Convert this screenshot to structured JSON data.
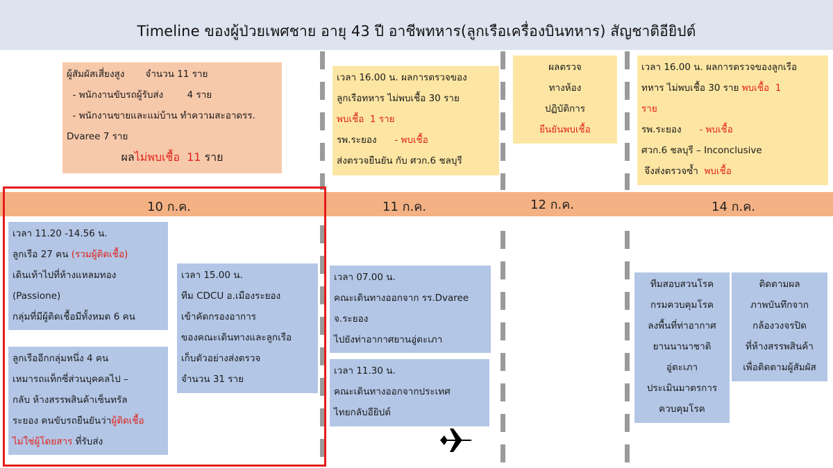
{
  "title": "Timeline ของผู้ป่วยเพศชาย อายุ 43 ปี อาชีพทหาร(ลูกเรือเครื่องบินทหาร) สัญชาติอียิปต์",
  "colors": {
    "title_bg": "#dde3ef",
    "date_bar": "#f4b183",
    "peach_box": "#f7c9ab",
    "yellow_box": "#fde6a3",
    "blue_box": "#b3c6e6",
    "highlight_red": "#e31b1b",
    "text_red": "#e0221c",
    "divider_gray": "#9a9a9a"
  },
  "dates": {
    "d10": "10 ก.ค.",
    "d11": "11 ก.ค.",
    "d12": "12 ก.ค.",
    "d14": "14 ก.ค."
  },
  "top_boxes": {
    "contacts": {
      "line1": "ผู้สัมผัสเสี่ยงสูง       จำนวน 11 ราย",
      "line2": "  - พนักงานขับรถผู้รับส่ง        4 ราย",
      "line3": "  - พนักงานขายและแม่บ้าน ทำความสะอาดรร.",
      "line4": "Dvaree 7 ราย",
      "result_prefix": "ผล",
      "result_red": "ไม่พบเชื้อ  11",
      "result_suffix": " ราย"
    },
    "lab_11": {
      "line1": "เวลา 16.00 น. ผลการตรวจของ",
      "line2_black": "ลูกเรือทหาร ",
      "line2_rest": "ไม่พบเชื้อ 30 ราย",
      "line3_red": "พบเชื้อ  1 ราย",
      "line4_black": "รพ.ระยอง      ",
      "line4_red": "- พบเชื้อ",
      "line5": "ส่งตรวจยืนยัน กับ ศวก.6 ชลบุรี"
    },
    "lab_12": {
      "line1": "ผลตรวจ",
      "line2": "ทางห้อง",
      "line3": "ปฏิบัติการ",
      "line4_red": "ยืนยันพบเชื้อ"
    },
    "lab_14": {
      "line1": "เวลา 16.00 น. ผลการตรวจของลูกเรือ",
      "line2_black": "ทหาร ไม่พบเชื้อ 30 ราย ",
      "line2_red": "พบเชื้อ  1",
      "line3_red": "ราย",
      "line4_black": "รพ.ระยอง      ",
      "line4_red": "- พบเชื้อ",
      "line5": "ศวก.6 ชลบุรี – Inconclusive",
      "line6_black": " จึงส่งตรวจซ้ำ  ",
      "line6_red": "พบเชื้อ"
    }
  },
  "bottom_boxes": {
    "crew_walk": {
      "line1": "เวลา 11.20 -14.56 น.",
      "line2_black": "ลูกเรือ 27 คน ",
      "line2_red": "(รวมผู้ติดเชื้อ)",
      "line3": "เดินเท้าไปที่ห้างแหลมทอง",
      "line4": "(Passione)",
      "line5": "กลุ่มที่มีผู้ติดเชื้อมีทั้งหมด 6 คน"
    },
    "crew_taxi": {
      "line1": "ลูกเรืออีกกลุ่มหนึ่ง 4 คน",
      "line2": "เหมารถแท็กซี่ส่วนบุคคลไป –",
      "line3": "กลับ ห้างสรรพสินค้าเซ็นทรัล",
      "line4_black": "ระยอง คนขับรถยืนยันว่า",
      "line4_red": "ผู้ติดเชื้อ",
      "line5_red": "ไม่ใช่ผู้โดยสาร",
      "line5_black": " ที่รับส่ง"
    },
    "cdcu": {
      "line1": "เวลา 15.00 น.",
      "line2": "ทีม CDCU อ.เมืองระยอง",
      "line3": "เข้าคัดกรองอาการ",
      "line4": "ของคณะเดินทางและลูกเรือ",
      "line5": "เก็บตัวอย่างส่งตรวจ",
      "line6": "จำนวน 31 ราย"
    },
    "depart_hotel": {
      "line1": "เวลา 07.00 น.",
      "line2": "คณะเดินทางออกจาก รร.Dvaree",
      "line3": "จ.ระยอง",
      "line4": "ไปยังท่าอากาศยานอู่ตะเภา"
    },
    "depart_country": {
      "line1": "เวลา 11.30 น.",
      "line2": "คณะเดินทางออกจากประเทศ",
      "line3": "ไทยกลับอียิปต์"
    },
    "investigation": {
      "line1": "ทีมสอบสวนโรค",
      "line2": "กรมควบคุมโรค",
      "line3": "ลงพื้นที่ท่าอากาศ",
      "line4": "ยานนานาชาติ",
      "line5": "อู่ตะเภา",
      "line6": "ประเมินมาตรการ",
      "line7": "ควบคุมโรค"
    },
    "cctv": {
      "line1": "ติดตามผล",
      "line2": "ภาพบันทึกจาก",
      "line3": "กล้องวงจรปิด",
      "line4": "ที่ห้างสรรพสินค้า",
      "line5": "เพื่อติดตามผู้สัมผัส"
    }
  },
  "icons": {
    "airplane": "airplane-icon"
  }
}
